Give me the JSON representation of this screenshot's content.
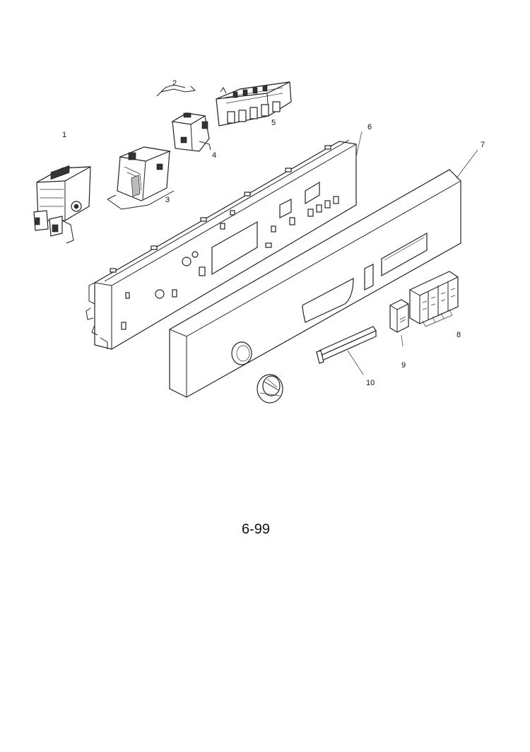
{
  "labels": [
    {
      "id": "1",
      "text": "1"
    },
    {
      "id": "2",
      "text": "2"
    },
    {
      "id": "3",
      "text": "3"
    },
    {
      "id": "4",
      "text": "4"
    },
    {
      "id": "5",
      "text": "5"
    },
    {
      "id": "6",
      "text": "6"
    },
    {
      "id": "7",
      "text": "7"
    },
    {
      "id": "8",
      "text": "8"
    },
    {
      "id": "9",
      "text": "9"
    },
    {
      "id": "10",
      "text": "10"
    }
  ],
  "page_number": "6-99"
}
